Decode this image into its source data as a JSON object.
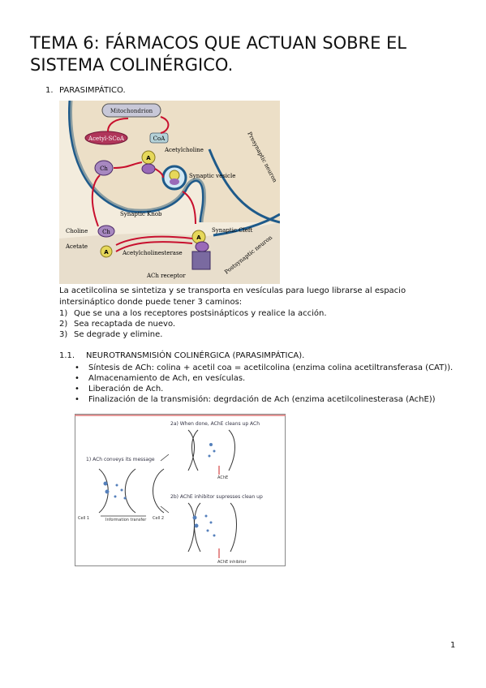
{
  "title": "TEMA 6: FÁRMACOS QUE ACTUAN SOBRE EL SISTEMA COLINÉRGICO.",
  "section1": {
    "number": "1.",
    "label": "PARASIMPÁTICO."
  },
  "figure1": {
    "labels": {
      "mitochondrion": "Mitochondrion",
      "acetyl_scoa": "Acetyl-SCoA",
      "coa": "CoA",
      "acetylcholine": "Acetylcholine",
      "ch": "Ch",
      "synaptic_vesicle": "Synaptic vesicle",
      "presynaptic_neuron": "Presynaptic neuron",
      "synaptic_knob": "Synaptic Knob",
      "synaptic_cleft": "Synaptic Cleft",
      "choline": "Choline",
      "acetate": "Acetate",
      "acetylcholinesterase": "Acetylcholinesterase",
      "ach_receptor": "ACh receptor",
      "postsynaptic_neuron": "Postsynaptic neuron",
      "a": "A"
    }
  },
  "paragraph": "La acetilcolina se sintetiza y se transporta en vesículas para luego librarse al espacio intersináptico donde puede tener 3 caminos:",
  "ordered_items": [
    {
      "n": "1)",
      "text": "Que se una a los receptores postsinápticos y realice la acción."
    },
    {
      "n": "2)",
      "text": "Sea recaptada de nuevo."
    },
    {
      "n": "3)",
      "text": "Se degrade y elimine."
    }
  ],
  "subsection": {
    "number": "1.1.",
    "label": "NEUROTRANSMISIÓN COLINÉRGICA (PARASIMPÁTICA)."
  },
  "bullets": [
    "Síntesis de ACh: colina + acetil coa = acetilcolina (enzima colina acetiltransferasa (CAT)).",
    "Almacenamiento de  Ach, en vesículas.",
    "Liberación de Ach.",
    "Finalización de la transmisión: degrdación de Ach (enzima acetilcolinesterasa (AchE))"
  ],
  "figure2": {
    "label_1": "1) ACh conveys its message",
    "label_2a": "2a) When done, AChE cleans up ACh",
    "label_2b": "2b) AChE inhibitor supresses clean up",
    "cell1": "Cell 1",
    "cell2": "Cell 2",
    "transfer": "Information transfer",
    "ache": "AChE",
    "ache_inhibitor": "AChE inhibitor"
  },
  "page_number": "1"
}
